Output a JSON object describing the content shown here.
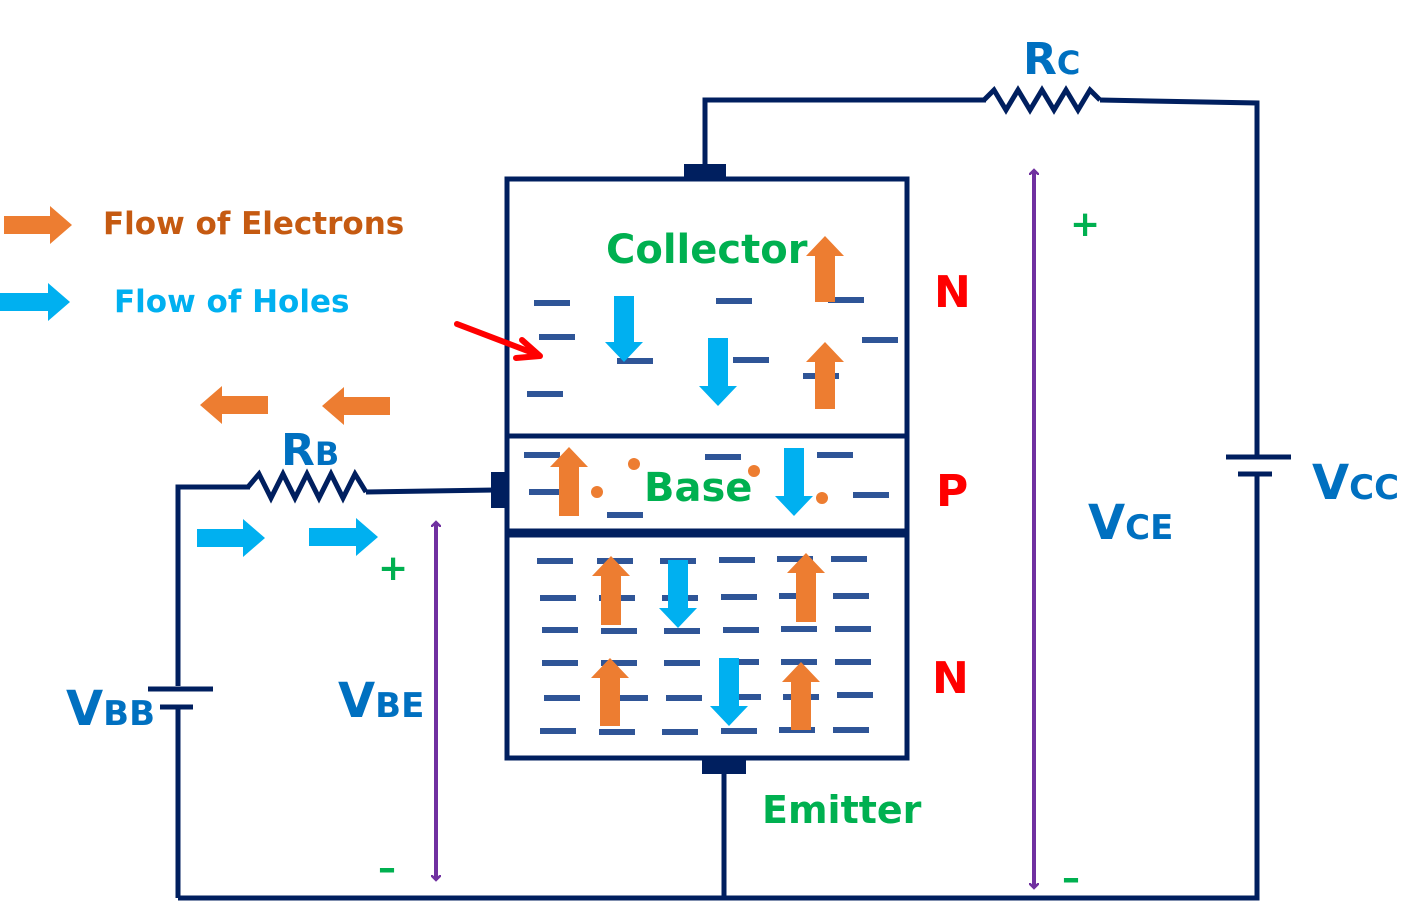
{
  "colors": {
    "wire": "#001f5f",
    "electron": "#ed7d31",
    "hole": "#00b0f0",
    "label_blue": "#0070c0",
    "region_label": "#00b050",
    "type_label": "#ff0000",
    "voltage_arrow": "#7030a0",
    "charge_dash": "#2f5597",
    "legend_electron_text": "#c55a11"
  },
  "legend": {
    "electrons_label": "Flow of Electrons",
    "holes_label": "Flow of Holes"
  },
  "regions": {
    "collector": "Collector",
    "base": "Base",
    "emitter": "Emitter"
  },
  "types": {
    "collector": "N",
    "base": "P",
    "emitter": "N"
  },
  "components": {
    "rc": {
      "main": "R",
      "sub": "C"
    },
    "rb": {
      "main": "R",
      "sub": "B"
    },
    "vcc": {
      "main": "V",
      "sub": "CC"
    },
    "vbb": {
      "main": "V",
      "sub": "BB"
    },
    "vbe": {
      "main": "V",
      "sub": "BE"
    },
    "vce": {
      "main": "V",
      "sub": "CE"
    }
  },
  "polarity": {
    "vbe_plus": "+",
    "vbe_minus": "–",
    "vce_plus": "+",
    "vce_minus": "–"
  }
}
